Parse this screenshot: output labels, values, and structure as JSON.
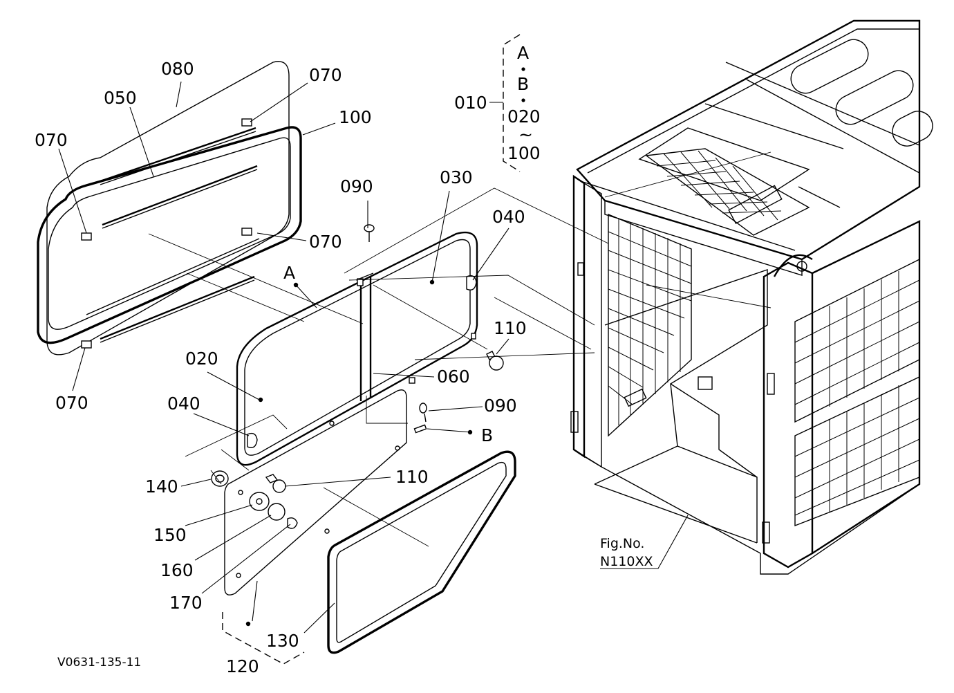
{
  "figure": {
    "drawing_code": "V0631-135-11",
    "fig_ref_line1": "Fig.No.",
    "fig_ref_line2": "N110XX"
  },
  "bracket_legend": {
    "part": "010",
    "item_a": "A",
    "item_b": "B",
    "dot": "•",
    "range_start": "020",
    "range_sep": "~",
    "range_end": "100"
  },
  "callouts": {
    "p080": "080",
    "p050": "050",
    "p070_a": "070",
    "p070_b": "070",
    "p070_c": "070",
    "p070_d": "070",
    "p100": "100",
    "p090_a": "090",
    "p090_b": "090",
    "p030": "030",
    "p040_a": "040",
    "p040_b": "040",
    "pA": "A",
    "pB": "B",
    "p110_a": "110",
    "p110_b": "110",
    "p020": "020",
    "p060": "060",
    "p140": "140",
    "p150": "150",
    "p160": "160",
    "p170": "170",
    "p130": "130",
    "p120": "120"
  }
}
